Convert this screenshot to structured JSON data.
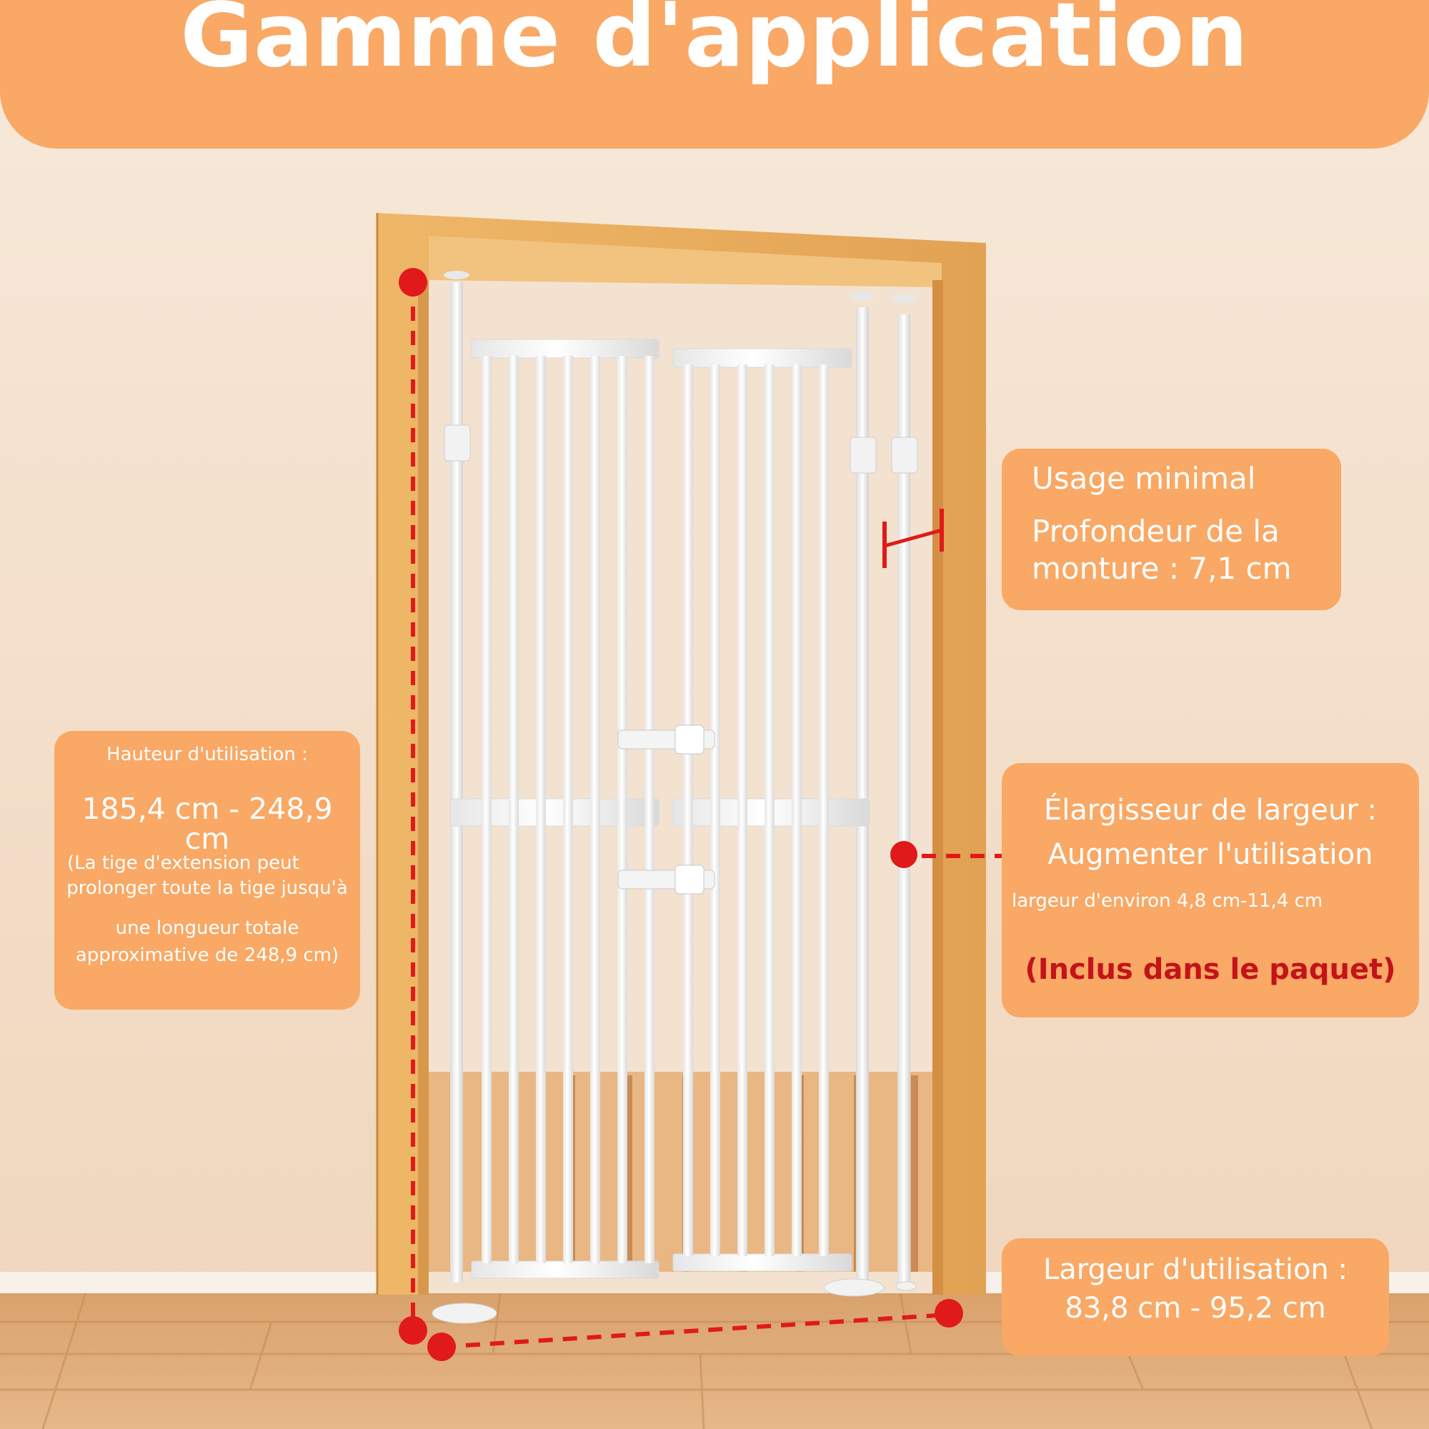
{
  "header": {
    "title": "Gamme d'application"
  },
  "callouts": {
    "minimal": {
      "label": "Usage minimal",
      "depth_line1": "Profondeur de la",
      "depth_line2": "monture : 7,1 cm"
    },
    "height": {
      "label": "Hauteur d'utilisation :",
      "range_line1": "185,4 cm - 248,9",
      "range_line2": "cm",
      "note_line1": "(La tige d'extension peut",
      "note_line2": "prolonger toute la tige jusqu'à",
      "note_line3": "une longueur totale",
      "note_line4": "approximative de 248,9 cm)"
    },
    "extender": {
      "title_line1": "Élargisseur de largeur :",
      "title_line2": "Augmenter l'utilisation",
      "range": "largeur d'environ 4,8 cm-11,4 cm",
      "included": "(Inclus dans le paquet)"
    },
    "width": {
      "line1": "Largeur d'utilisation :",
      "line2": "83,8 cm - 95,2 cm"
    }
  },
  "colors": {
    "header_bg": "#f9a865",
    "callout_bg": "#f9a865",
    "wall": "#f4dfcb",
    "door_frame": "#e8ac5c",
    "gate": "#ffffff",
    "marker_red": "#e01a1a",
    "included_text": "#c4131a"
  }
}
